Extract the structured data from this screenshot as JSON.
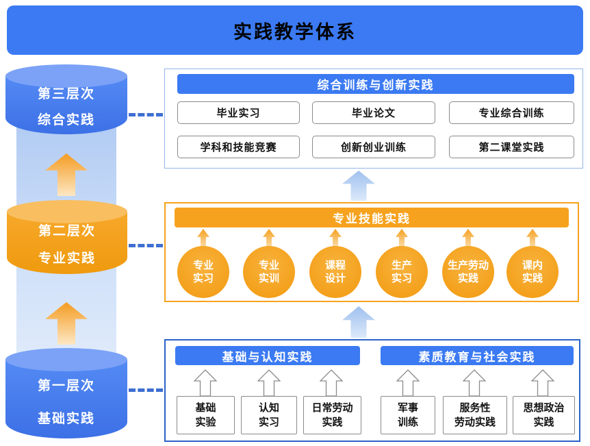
{
  "title": "实践教学体系",
  "levels": [
    {
      "name": "第三层次",
      "label": "综合实践"
    },
    {
      "name": "第二层次",
      "label": "专业实践"
    },
    {
      "name": "第一层次",
      "label": "基础实践"
    }
  ],
  "top_section": {
    "header": "综合训练与创新实践",
    "items": [
      "毕业实习",
      "毕业论文",
      "专业综合训练",
      "学科和技能竞赛",
      "创新创业训练",
      "第二课堂实践"
    ]
  },
  "middle_section": {
    "header": "专业技能实践",
    "circles": [
      {
        "line1": "专业",
        "line2": "实习"
      },
      {
        "line1": "专业",
        "line2": "实训"
      },
      {
        "line1": "课程",
        "line2": "设计"
      },
      {
        "line1": "生产",
        "line2": "实习"
      },
      {
        "line1": "生产劳动",
        "line2": "实践"
      },
      {
        "line1": "课内",
        "line2": "实践"
      }
    ]
  },
  "bottom_section": {
    "header_left": "基础与认知实践",
    "header_right": "素质教育与社会实践",
    "items": [
      {
        "line1": "基础",
        "line2": "实验"
      },
      {
        "line1": "认知",
        "line2": "实习"
      },
      {
        "line1": "日常劳动",
        "line2": "实践"
      },
      {
        "line1": "军事",
        "line2": "训练"
      },
      {
        "line1": "服务性",
        "line2": "劳动实践"
      },
      {
        "line1": "思想政治",
        "line2": "实践"
      }
    ]
  },
  "colors": {
    "primary_blue": "#3B7AF2",
    "accent_orange": "#F6A21E",
    "dark_blue_border": "#2B62C9",
    "light_blue_border": "#93B4E7",
    "light_blue_arrow": "#9FC0EE",
    "dashed_connector": "#3E6FD1"
  }
}
